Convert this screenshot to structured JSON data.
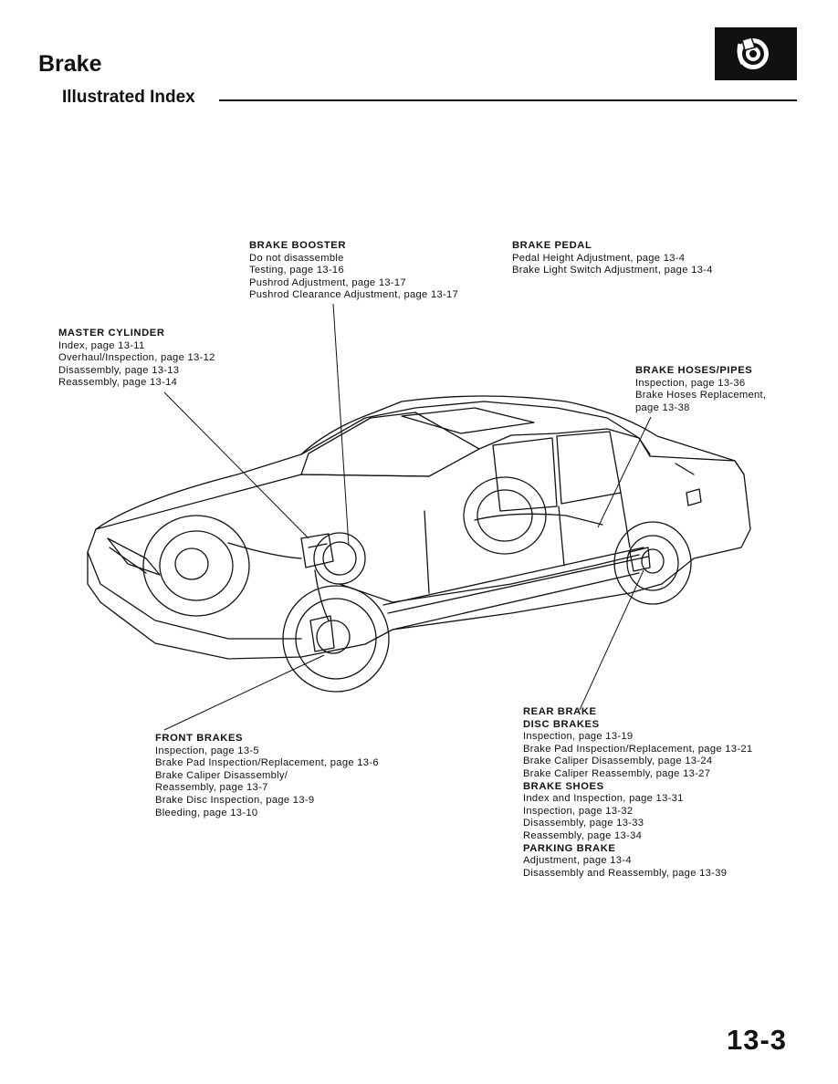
{
  "header": {
    "section_title": "Brake",
    "subtitle": "Illustrated Index",
    "section_icon": "brake-disc-icon"
  },
  "callouts": {
    "brake_booster": {
      "title": "BRAKE BOOSTER",
      "lines": [
        "Do not disassemble",
        "Testing, page 13-16",
        "Pushrod Adjustment, page 13-17",
        "Pushrod Clearance Adjustment, page 13-17"
      ]
    },
    "brake_pedal": {
      "title": "BRAKE PEDAL",
      "lines": [
        "Pedal Height Adjustment, page 13-4",
        "Brake Light Switch Adjustment, page 13-4"
      ]
    },
    "master_cylinder": {
      "title": "MASTER CYLINDER",
      "lines": [
        "Index, page 13-11",
        "Overhaul/Inspection, page 13-12",
        "Disassembly, page 13-13",
        "Reassembly, page 13-14"
      ]
    },
    "brake_hoses": {
      "title": "BRAKE HOSES/PIPES",
      "lines": [
        "Inspection, page 13-36",
        "Brake Hoses Replacement,",
        "page 13-38"
      ]
    },
    "front_brakes": {
      "title": "FRONT BRAKES",
      "lines": [
        "Inspection, page 13-5",
        "Brake Pad Inspection/Replacement, page 13-6",
        "Brake Caliper Disassembly/",
        "Reassembly, page 13-7",
        "Brake Disc Inspection, page 13-9",
        "Bleeding, page 13-10"
      ]
    },
    "rear_brake": {
      "title": "REAR BRAKE",
      "disc_title": "DISC BRAKES",
      "disc_lines": [
        "Inspection, page 13-19",
        "Brake Pad Inspection/Replacement, page 13-21",
        "Brake Caliper Disassembly, page 13-24",
        "Brake Caliper Reassembly, page 13-27"
      ],
      "shoes_title": "BRAKE SHOES",
      "shoes_lines": [
        "Index and Inspection, page 13-31",
        "Inspection, page 13-32",
        "Disassembly, page 13-33",
        "Reassembly, page 13-34"
      ],
      "parking_title": "PARKING BRAKE",
      "parking_lines": [
        "Adjustment, page 13-4",
        "Disassembly and Reassembly, page 13-39"
      ]
    }
  },
  "footer": {
    "page_number": "13-3"
  }
}
